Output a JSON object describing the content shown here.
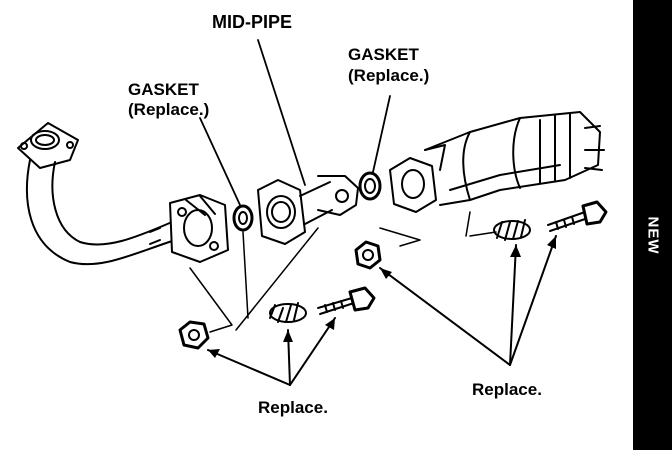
{
  "labels": {
    "mid_pipe": "MID-PIPE",
    "gasket_left_title": "GASKET",
    "gasket_left_note": "(Replace.)",
    "gasket_right_title": "GASKET",
    "gasket_right_note": "(Replace.)",
    "replace_bottom": "Replace.",
    "replace_right": "Replace."
  },
  "side_tab": {
    "text": "NEW"
  },
  "colors": {
    "ink": "#000000",
    "paper": "#ffffff",
    "tab": "#000000"
  }
}
